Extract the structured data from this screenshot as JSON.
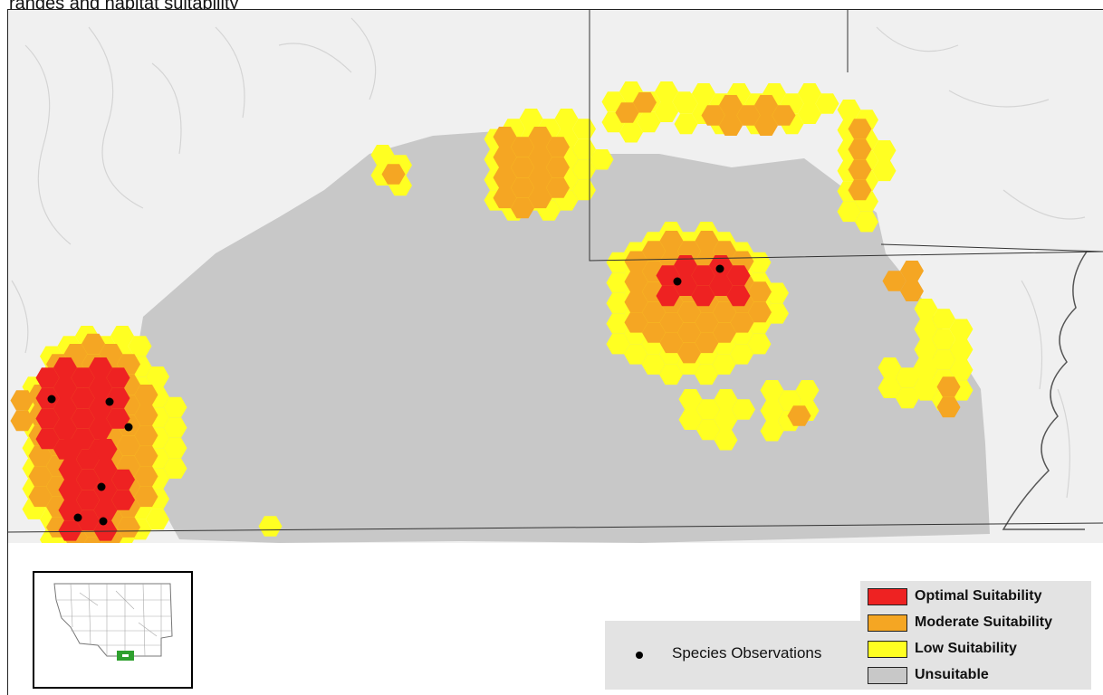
{
  "title": "ranges and habitat suitability",
  "legend": {
    "observations_label": "Species Observations",
    "items": [
      {
        "label": "Optimal Suitability",
        "color": "#ee2222"
      },
      {
        "label": "Moderate Suitability",
        "color": "#f5a623"
      },
      {
        "label": "Low Suitability",
        "color": "#ffff22"
      },
      {
        "label": "Unsuitable",
        "color": "#c8c8c8"
      }
    ]
  },
  "colors": {
    "optimal": "#ee2222",
    "moderate": "#f5a623",
    "low": "#ffff22",
    "unsuitable": "#c8c8c8",
    "hillshade": "#f0f0f0",
    "inset_highlight": "#2ea02e"
  }
}
